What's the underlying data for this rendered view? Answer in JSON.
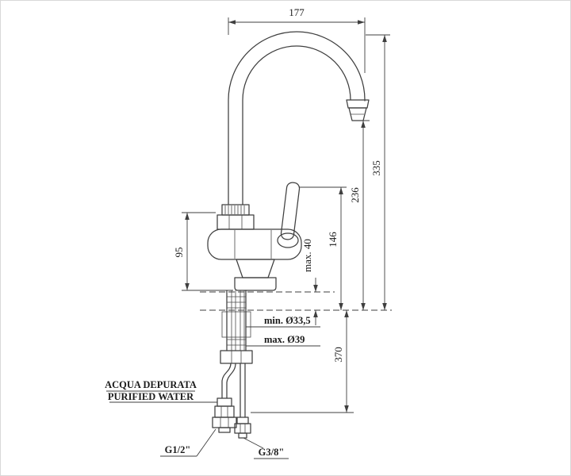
{
  "page": {
    "background": "#ffffff",
    "frame_color": "#d9d9d9",
    "line_color": "#3f3f3f",
    "text_color": "#1c1c1c"
  },
  "drawing": {
    "kind": "faucet-technical-drawing",
    "dims": {
      "spout_reach": "177",
      "total_height": "335",
      "spout_height": "236",
      "handle_height": "146",
      "body_height": "95",
      "deck_thickness": "max. 40",
      "hole_min": "min. Ø33,5",
      "hole_max": "max. Ø39",
      "hose_length": "370"
    },
    "labels": {
      "acqua": "ACQUA DEPURATA",
      "purified": "PURIFIED WATER",
      "g12": "G1/2\"",
      "g38": "G3/8\""
    }
  }
}
